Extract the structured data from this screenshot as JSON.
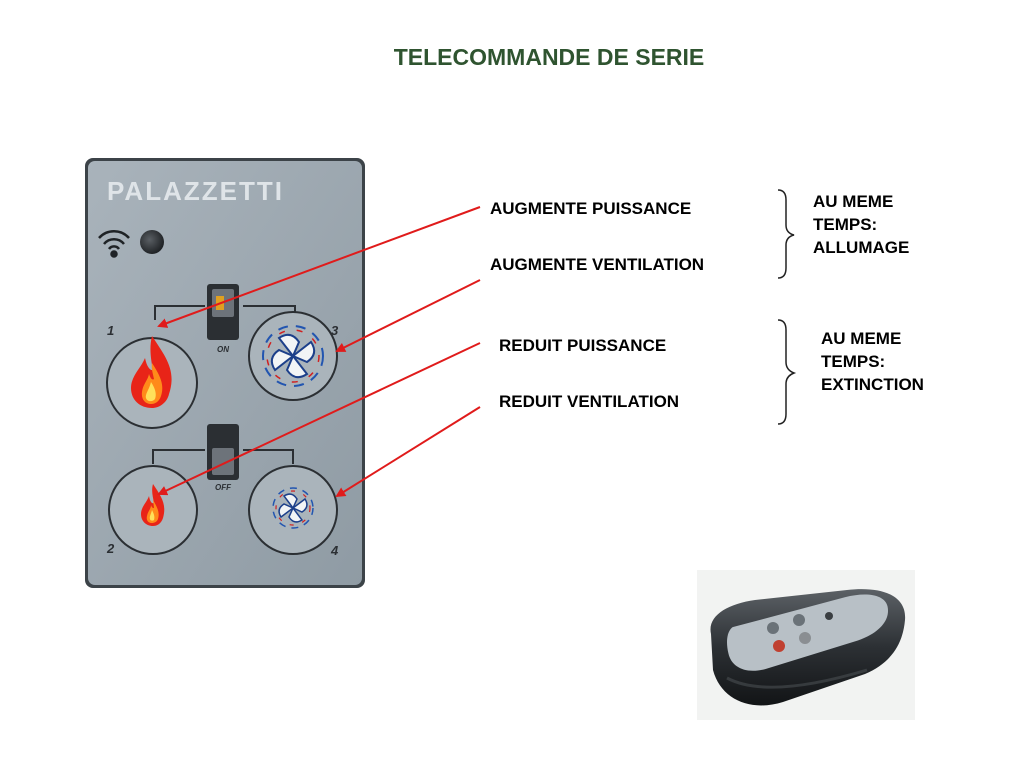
{
  "title": "TELECOMMANDE DE SERIE",
  "remote": {
    "brand": "PALAZZETTI",
    "switch_on_label": "ON",
    "switch_off_label": "OFF",
    "buttons": [
      {
        "number": "1",
        "icon": "flame-icon"
      },
      {
        "number": "3",
        "icon": "fan-icon"
      },
      {
        "number": "2",
        "icon": "flame-small-icon"
      },
      {
        "number": "4",
        "icon": "fan-small-icon"
      }
    ]
  },
  "labels": {
    "augmente_puissance": "AUGMENTE PUISSANCE",
    "augmente_ventilation": "AUGMENTE VENTILATION",
    "reduit_puissance": "REDUIT PUISSANCE",
    "reduit_ventilation": "REDUIT VENTILATION"
  },
  "notes": {
    "allumage": [
      "AU MEME",
      "TEMPS:",
      "ALLUMAGE"
    ],
    "extinction": [
      "AU MEME",
      "TEMPS:",
      "EXTINCTION"
    ]
  },
  "colors": {
    "title": "#2f5430",
    "arrow": "#e01b1b",
    "panel": "#9aa5ad"
  }
}
